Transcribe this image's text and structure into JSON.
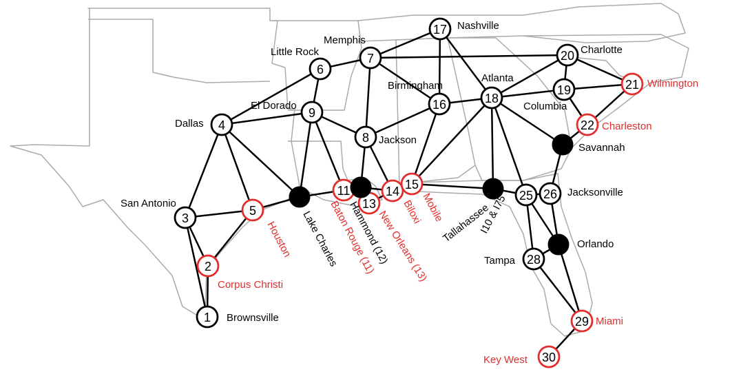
{
  "colors": {
    "edge": "#000000",
    "node_default_stroke": "#000000",
    "node_port_stroke": "#e32d2d",
    "filled_node": "#000000",
    "label_red": "#e32d2d",
    "label_black": "#000000",
    "state_border": "#aaaaaa"
  },
  "nodes": [
    {
      "id": "n1",
      "number": "1",
      "label": "Brownsville",
      "style": "normal"
    },
    {
      "id": "n2",
      "number": "2",
      "label": "Corpus Christi",
      "style": "port"
    },
    {
      "id": "n3",
      "number": "3",
      "label": "San Antonio",
      "style": "normal"
    },
    {
      "id": "n4",
      "number": "4",
      "label": "Dallas",
      "style": "normal"
    },
    {
      "id": "n5",
      "number": "5",
      "label": "Houston",
      "style": "port"
    },
    {
      "id": "n6",
      "number": "6",
      "label": "Little Rock",
      "style": "normal"
    },
    {
      "id": "n7",
      "number": "7",
      "label": "Memphis",
      "style": "normal"
    },
    {
      "id": "n8",
      "number": "8",
      "label": "Jackson",
      "style": "normal"
    },
    {
      "id": "n9",
      "number": "9",
      "label": "El Dorado",
      "style": "normal"
    },
    {
      "id": "n11",
      "number": "11",
      "label": "Baton Rouge (11)",
      "style": "port"
    },
    {
      "id": "n13",
      "number": "13",
      "label": "New Orleans (13)",
      "style": "port"
    },
    {
      "id": "n14",
      "number": "14",
      "label": "Biloxi",
      "style": "port"
    },
    {
      "id": "n15",
      "number": "15",
      "label": "Mobile",
      "style": "port"
    },
    {
      "id": "n16",
      "number": "16",
      "label": "Birmingham",
      "style": "normal"
    },
    {
      "id": "n17",
      "number": "17",
      "label": "Nashville",
      "style": "normal"
    },
    {
      "id": "n18",
      "number": "18",
      "label": "Atlanta",
      "style": "normal"
    },
    {
      "id": "n19",
      "number": "19",
      "label": "Columbia",
      "style": "normal"
    },
    {
      "id": "n20",
      "number": "20",
      "label": "Charlotte",
      "style": "normal"
    },
    {
      "id": "n21",
      "number": "21",
      "label": "Wilmington",
      "style": "port"
    },
    {
      "id": "n22",
      "number": "22",
      "label": "Charleston",
      "style": "port"
    },
    {
      "id": "n25",
      "number": "25",
      "label": "I10 & I75",
      "style": "normal"
    },
    {
      "id": "n26",
      "number": "26",
      "label": "Jacksonville",
      "style": "normal"
    },
    {
      "id": "n28",
      "number": "28",
      "label": "Tampa",
      "style": "normal"
    },
    {
      "id": "n29",
      "number": "29",
      "label": "Miami",
      "style": "port"
    },
    {
      "id": "n30",
      "number": "30",
      "label": "Key West",
      "style": "port"
    },
    {
      "id": "fLC",
      "number": "",
      "label": "Lake Charles",
      "style": "filled"
    },
    {
      "id": "fHAM",
      "number": "",
      "label": "Hammond (12)",
      "style": "filled"
    },
    {
      "id": "fTAL",
      "number": "",
      "label": "Tallahassee",
      "style": "filled"
    },
    {
      "id": "fSAV",
      "number": "",
      "label": "Savannah",
      "style": "filled"
    },
    {
      "id": "fORL",
      "number": "",
      "label": "Orlando",
      "style": "filled"
    }
  ],
  "edges": [
    [
      "n1",
      "n2"
    ],
    [
      "n1",
      "n3"
    ],
    [
      "n2",
      "n3"
    ],
    [
      "n2",
      "n5"
    ],
    [
      "n3",
      "n4"
    ],
    [
      "n3",
      "n5"
    ],
    [
      "n4",
      "n5"
    ],
    [
      "n4",
      "n6"
    ],
    [
      "n4",
      "n9"
    ],
    [
      "n4",
      "fLC"
    ],
    [
      "n5",
      "fLC"
    ],
    [
      "n6",
      "n7"
    ],
    [
      "n6",
      "n9"
    ],
    [
      "n7",
      "n8"
    ],
    [
      "n7",
      "n16"
    ],
    [
      "n7",
      "n17"
    ],
    [
      "n7",
      "n20"
    ],
    [
      "n9",
      "n8"
    ],
    [
      "n9",
      "fLC"
    ],
    [
      "n9",
      "n11"
    ],
    [
      "n8",
      "n16"
    ],
    [
      "n8",
      "fHAM"
    ],
    [
      "n8",
      "n14"
    ],
    [
      "fLC",
      "n11"
    ],
    [
      "n11",
      "fHAM"
    ],
    [
      "fHAM",
      "n13"
    ],
    [
      "fHAM",
      "n14"
    ],
    [
      "n13",
      "n14"
    ],
    [
      "n14",
      "n15"
    ],
    [
      "n15",
      "n16"
    ],
    [
      "n15",
      "n18"
    ],
    [
      "n15",
      "fTAL"
    ],
    [
      "n16",
      "n17"
    ],
    [
      "n16",
      "n18"
    ],
    [
      "n17",
      "n18"
    ],
    [
      "n18",
      "n19"
    ],
    [
      "n18",
      "n20"
    ],
    [
      "n18",
      "fSAV"
    ],
    [
      "n18",
      "fTAL"
    ],
    [
      "n18",
      "n25"
    ],
    [
      "n19",
      "n20"
    ],
    [
      "n19",
      "n21"
    ],
    [
      "n19",
      "n22"
    ],
    [
      "n20",
      "n21"
    ],
    [
      "n21",
      "n22"
    ],
    [
      "n22",
      "fSAV"
    ],
    [
      "fSAV",
      "n26"
    ],
    [
      "fTAL",
      "n25"
    ],
    [
      "n25",
      "n26"
    ],
    [
      "n25",
      "fORL"
    ],
    [
      "n25",
      "n28"
    ],
    [
      "n26",
      "fORL"
    ],
    [
      "n28",
      "fORL"
    ],
    [
      "n28",
      "n29"
    ],
    [
      "fORL",
      "n29"
    ],
    [
      "n29",
      "n30"
    ]
  ]
}
